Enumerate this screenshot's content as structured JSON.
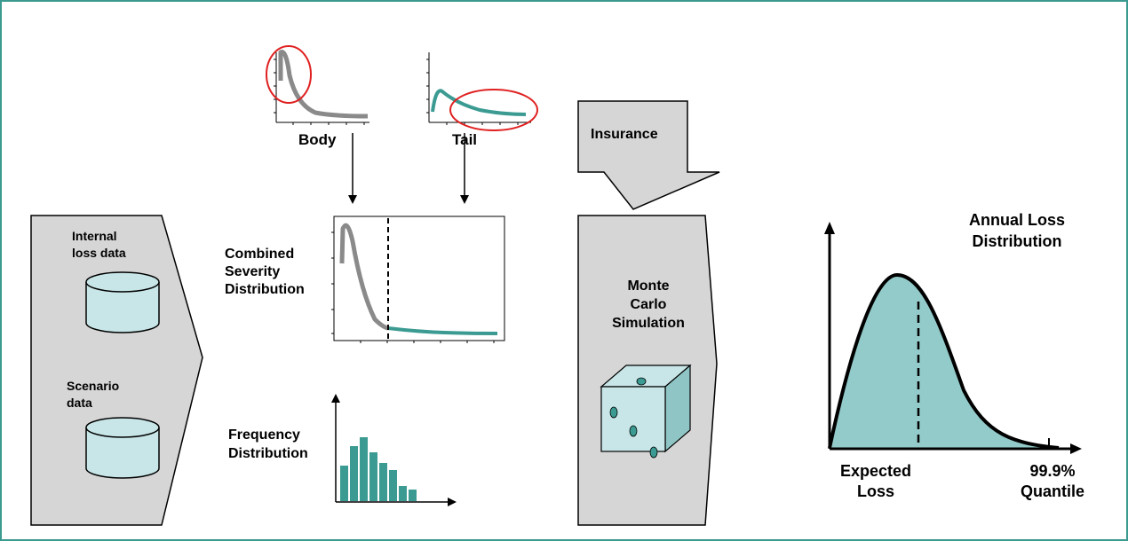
{
  "body_chart": {
    "label": "Body"
  },
  "tail_chart": {
    "label": "Tail"
  },
  "insurance": {
    "label": "Insurance"
  },
  "data_sources": {
    "internal": {
      "line1": "Internal",
      "line2": "loss data"
    },
    "scenario": {
      "line1": "Scenario",
      "line2": "data"
    }
  },
  "severity": {
    "line1": "Combined",
    "line2": "Severity",
    "line3": "Distribution"
  },
  "frequency": {
    "line1": "Frequency",
    "line2": "Distribution",
    "bars": [
      0.4,
      0.62,
      0.72,
      0.55,
      0.43,
      0.35,
      0.17,
      0.13
    ]
  },
  "monte_carlo": {
    "line1": "Monte",
    "line2": "Carlo",
    "line3": "Simulation"
  },
  "annual_loss": {
    "title1": "Annual Loss",
    "title2": "Distribution",
    "expected1": "Expected",
    "expected2": "Loss",
    "quantile1": "99.9%",
    "quantile2": "Quantile"
  },
  "colors": {
    "teal": "#3b9b92",
    "teal_fill": "#93cbca",
    "cyl_fill": "#c8e6e8",
    "gray_curve": "#8a8a8a",
    "panel_gray": "#d6d6d6",
    "frame": "#3a9a8f",
    "red_ellipse": "#e02020"
  }
}
